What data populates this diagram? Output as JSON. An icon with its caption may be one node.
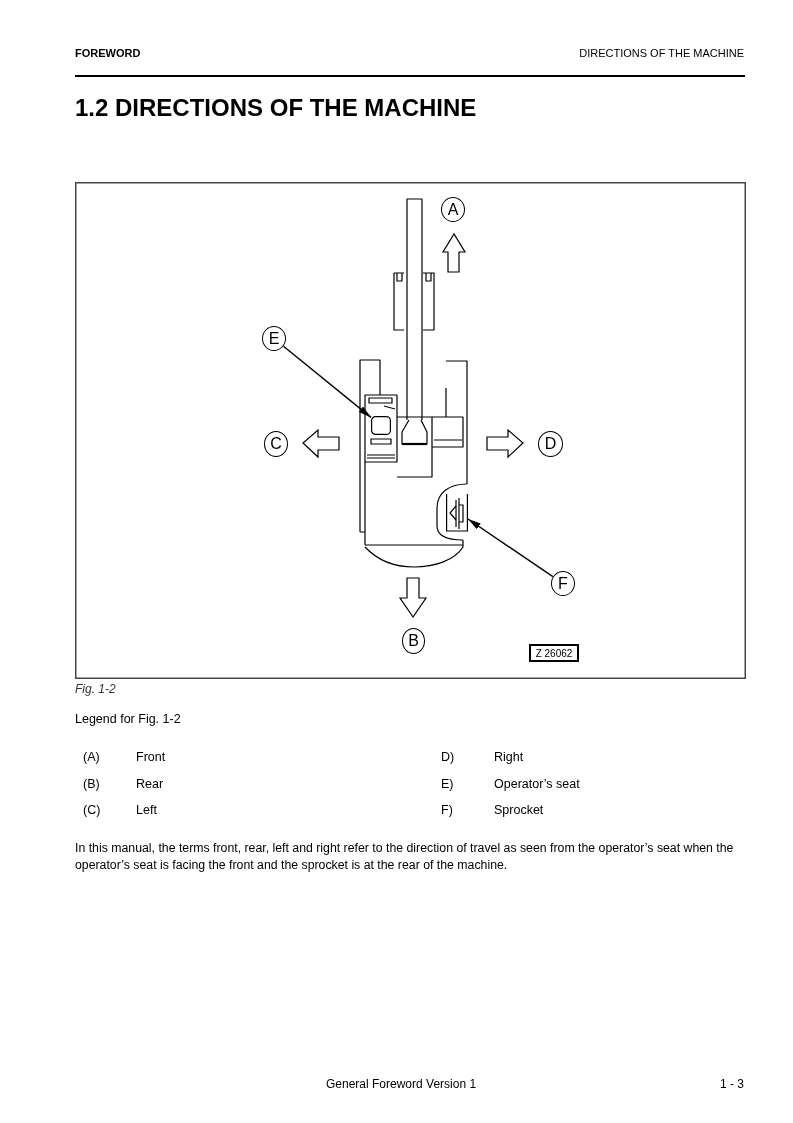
{
  "diagram": {
    "title": "1.2 DIRECTIONS OF THE MACHINE",
    "caption": "Fig. 1-2",
    "nodes": [
      {
        "text": [
          "A"
        ]
      },
      {
        "text": [
          "E"
        ]
      },
      {
        "text": [],
        "shape": "box"
      },
      {
        "text": [
          "C"
        ]
      },
      {
        "text": [
          "D"
        ]
      },
      {
        "text": [],
        "shape": "picture"
      },
      {
        "text": [
          "F"
        ]
      },
      {
        "text": [
          "B"
        ]
      },
      {
        "text": [
          "Z 26062"
        ]
      }
    ],
    "edges": [
      {
        "from": 1,
        "to": 2,
        "arrow": "to"
      },
      {
        "from": 6,
        "to": 5,
        "arrow": "to"
      }
    ],
    "labels": [
      "FOREWORD",
      "DIRECTIONS OF THE MACHINE",
      "Legend for Fig. 1-2",
      "(A)",
      "Front",
      "D)",
      "Right",
      "(B)",
      "Rear",
      "E)",
      "Operator’s seat",
      "(C)",
      "Left",
      "F)",
      "Sprocket",
      "In this manual, the terms front, rear, left and right refer to the direction of travel as seen from the operator’s seat when the operator’s seat is facing the front and the sprocket is at the rear of the machine.",
      "General Foreword Version 1",
      "1 - 3"
    ]
  }
}
